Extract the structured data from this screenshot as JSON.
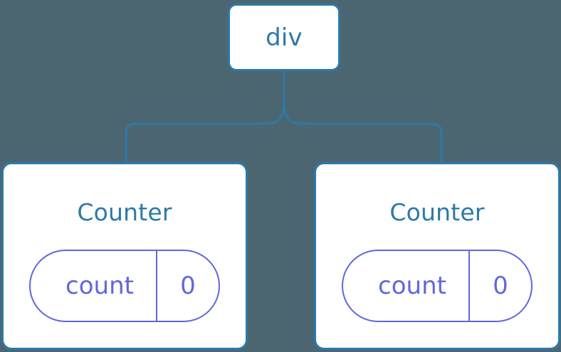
{
  "canvas": {
    "background_color": "#4c6671",
    "node_border_color": "#2c79a8",
    "node_title_color": "#2c79a8",
    "state_color": "#6067dd",
    "connector_color": "#2c79a8"
  },
  "tree": {
    "root": {
      "label": "div"
    },
    "children": [
      {
        "label": "Counter",
        "state": {
          "key": "count",
          "value": "0"
        }
      },
      {
        "label": "Counter",
        "state": {
          "key": "count",
          "value": "0"
        }
      }
    ]
  }
}
